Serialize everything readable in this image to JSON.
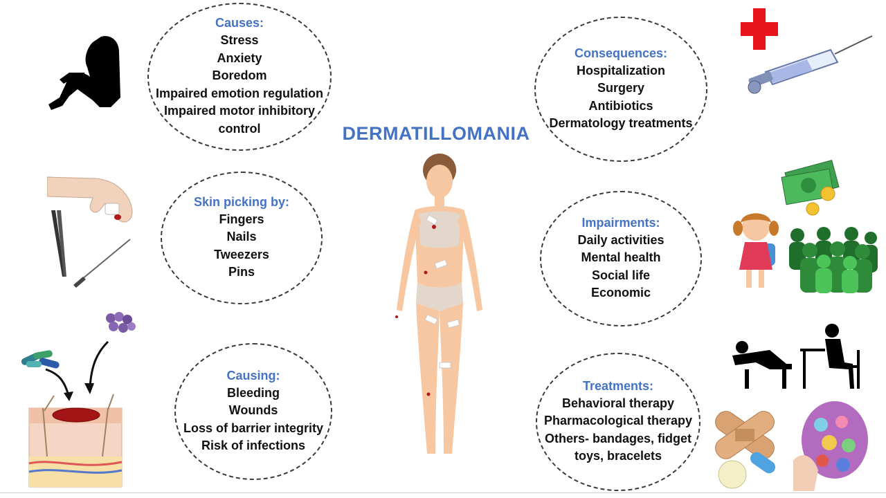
{
  "title": "DERMATILLOMANIA",
  "causes": {
    "heading": "Causes:",
    "items": [
      "Stress",
      "Anxiety",
      "Boredom",
      "Impaired emotion regulation",
      "Impaired motor inhibitory",
      "control"
    ]
  },
  "picking": {
    "heading": "Skin picking by:",
    "items": [
      "Fingers",
      "Nails",
      "Tweezers",
      "Pins"
    ]
  },
  "causing": {
    "heading": "Causing:",
    "items": [
      "Bleeding",
      "Wounds",
      "Loss of barrier integrity",
      "Risk of infections"
    ]
  },
  "consequences": {
    "heading": "Consequences:",
    "items": [
      "Hospitalization",
      "Surgery",
      "Antibiotics",
      "Dermatology treatments"
    ]
  },
  "impairments": {
    "heading": "Impairments:",
    "items": [
      "Daily activities",
      "Mental health",
      "Social life",
      "Economic"
    ]
  },
  "treatments": {
    "heading": "Treatments:",
    "items": [
      "Behavioral therapy",
      "Pharmacological therapy",
      "Others- bandages, fidget",
      "toys, bracelets"
    ]
  },
  "colors": {
    "heading": "#4472c4",
    "text": "#111111",
    "bubble_border": "#3a3a3a",
    "cross": "#e8141b",
    "crowd": "#2e8b3a"
  },
  "icons": [
    "sitting-person-silhouette-icon",
    "hand-picking-icon",
    "tweezers-icon",
    "pin-icon",
    "bacteria-icon",
    "virus-cluster-icon",
    "skin-wound-icon",
    "woman-body-figure",
    "red-cross-icon",
    "syringe-icon",
    "money-icon",
    "child-icon",
    "crowd-icon",
    "therapy-session-icon",
    "bandage-icon",
    "pill-icon",
    "fidget-ball-icon"
  ]
}
